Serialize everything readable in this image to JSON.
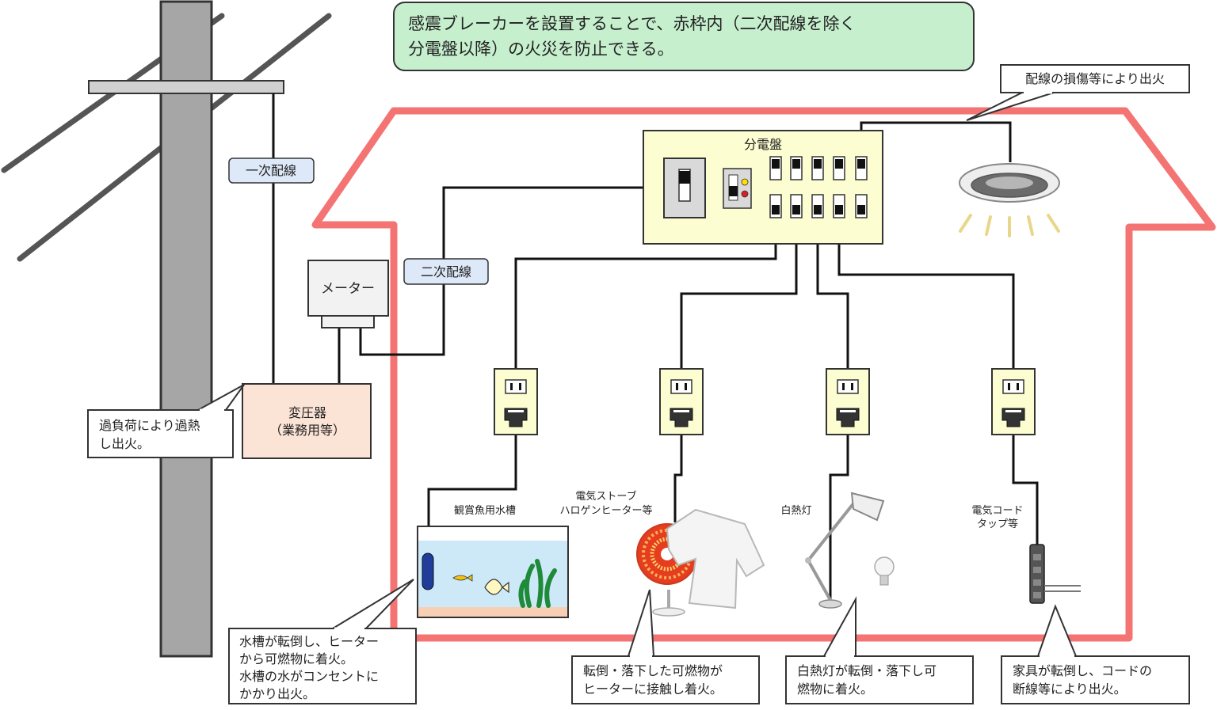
{
  "headline": [
    "感震ブレーカーを設置することで、赤枠内（二次配線を除く",
    "分電盤以降）の火災を防止できる。"
  ],
  "labels": {
    "primary_wiring": "一次配線",
    "secondary_wiring": "二次配線",
    "meter": "メーター",
    "transformer": [
      "変圧器",
      "（業務用等）"
    ],
    "distribution_board": "分電盤"
  },
  "devices": {
    "aquarium": "観賞魚用水槽",
    "stove": [
      "電気ストーブ",
      "ハロゲンヒーター等"
    ],
    "lamp": "白熱灯",
    "power_strip": [
      "電気コード",
      "タップ等"
    ]
  },
  "callouts": {
    "wiring_damage": "配線の損傷等により出火",
    "overload": [
      "過負荷により過熱",
      "し出火。"
    ],
    "aquarium": [
      "水槽が転倒し、ヒーター",
      "から可燃物に着火。",
      "水槽の水がコンセントに",
      "かかり出火。"
    ],
    "stove": [
      "転倒・落下した可燃物が",
      "ヒーターに接触し着火。"
    ],
    "lamp": [
      "白熱灯が転倒・落下し可",
      "燃物に着火。"
    ],
    "power_strip": [
      "家具が転倒し、コードの",
      "断線等により出火。"
    ]
  },
  "colors": {
    "house_border": "#f47474",
    "headline_fill": "#c6efce",
    "board_fill": "#fdfdd2",
    "transformer_fill": "#fbe3d6",
    "tag_fill": "#dde8f8",
    "pole_fill": "#a6a6a6",
    "water_fill": "#cde9f8"
  }
}
